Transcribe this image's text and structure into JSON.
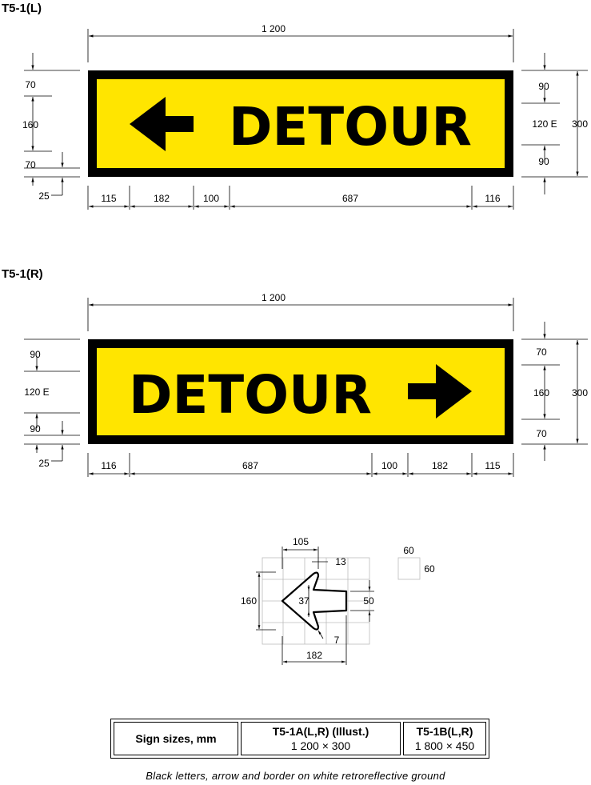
{
  "signs": [
    {
      "title": "T5-1(L)",
      "word": "DETOUR",
      "colors": {
        "ground": "#FFE500",
        "border": "#000000",
        "legend": "#000000"
      },
      "dims": {
        "total_width": "1 200",
        "left_heights": [
          "70",
          "160",
          "70"
        ],
        "border": "25",
        "right_heights": [
          "90",
          "120 E",
          "90"
        ],
        "height": "300",
        "bottom": [
          "115",
          "182",
          "100",
          "687",
          "116"
        ]
      }
    },
    {
      "title": "T5-1(R)",
      "word": "DETOUR",
      "colors": {
        "ground": "#FFE500",
        "border": "#000000",
        "legend": "#000000"
      },
      "dims": {
        "total_width": "1 200",
        "left_heights": [
          "90",
          "120 E",
          "90"
        ],
        "border": "25",
        "right_heights": [
          "70",
          "160",
          "70"
        ],
        "height": "300",
        "bottom": [
          "116",
          "687",
          "100",
          "182",
          "115"
        ]
      }
    }
  ],
  "arrow_detail": {
    "top": "105",
    "tip": "13",
    "height": "160",
    "inner": "37",
    "shaft": "50",
    "radius": "7",
    "width": "182",
    "grid_w": "60",
    "grid_h": "60"
  },
  "sizes_table": {
    "header": "Sign sizes, mm",
    "col1_title": "T5-1A(L,R) (Illust.)",
    "col1_value": "1 200 × 300",
    "col2_title": "T5-1B(L,R)",
    "col2_value": "1 800 × 450"
  },
  "caption": "Black letters, arrow and border on white retroreflective ground"
}
